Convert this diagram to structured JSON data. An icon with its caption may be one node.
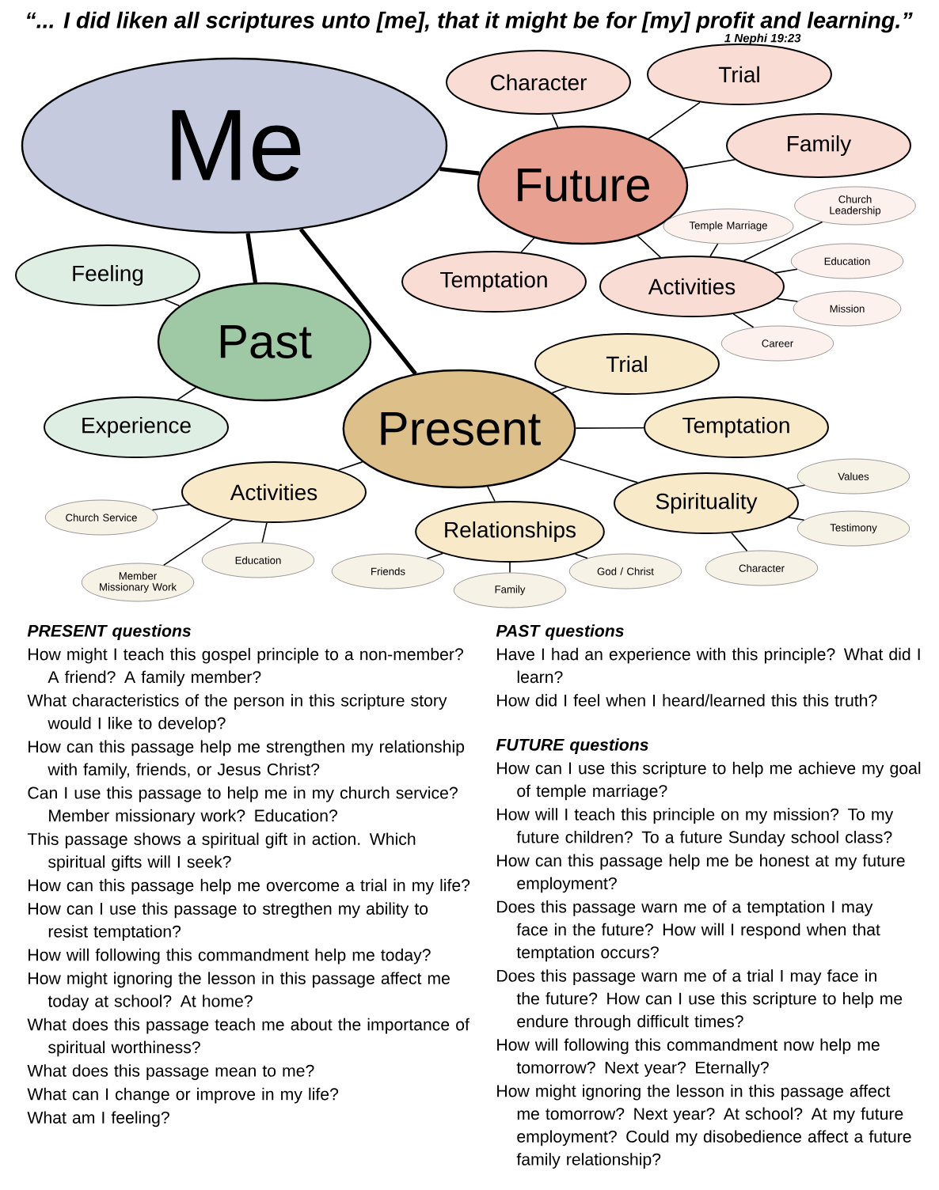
{
  "diagram": {
    "title": "“... I did liken all scriptures unto [me], that it might be for [my] profit and learning.”",
    "nodes": [
      {
        "text": [
          "Me"
        ]
      },
      {
        "text": [
          "Future"
        ]
      },
      {
        "text": [
          "Character"
        ]
      },
      {
        "text": [
          "Trial"
        ]
      },
      {
        "text": [
          "Family"
        ]
      },
      {
        "text": [
          "Temptation"
        ]
      },
      {
        "text": [
          "Activities"
        ]
      },
      {
        "text": [
          "Temple Marriage"
        ]
      },
      {
        "text": [
          "Church Leadership"
        ]
      },
      {
        "text": [
          "Education"
        ]
      },
      {
        "text": [
          "Mission"
        ]
      },
      {
        "text": [
          "Career"
        ]
      },
      {
        "text": [
          "Past"
        ]
      },
      {
        "text": [
          "Feeling"
        ]
      },
      {
        "text": [
          "Experience"
        ]
      },
      {
        "text": [
          "Present"
        ]
      },
      {
        "text": [
          "Trial"
        ]
      },
      {
        "text": [
          "Temptation"
        ]
      },
      {
        "text": [
          "Spirituality"
        ]
      },
      {
        "text": [
          "Values"
        ]
      },
      {
        "text": [
          "Testimony"
        ]
      },
      {
        "text": [
          "Character"
        ]
      },
      {
        "text": [
          "Relationships"
        ]
      },
      {
        "text": [
          "Friends"
        ]
      },
      {
        "text": [
          "Family"
        ]
      },
      {
        "text": [
          "God / Christ"
        ]
      },
      {
        "text": [
          "Activities"
        ]
      },
      {
        "text": [
          "Church Service"
        ]
      },
      {
        "text": [
          "Member Missionary Work"
        ]
      },
      {
        "text": [
          "Education"
        ]
      }
    ],
    "edges": [
      {
        "from": 0,
        "to": 1,
        "arrow": "none",
        "style": "thick"
      },
      {
        "from": 0,
        "to": 12,
        "arrow": "none",
        "style": "thick"
      },
      {
        "from": 0,
        "to": 15,
        "arrow": "none",
        "style": "thick"
      },
      {
        "from": 1,
        "to": 2,
        "arrow": "none"
      },
      {
        "from": 1,
        "to": 3,
        "arrow": "none"
      },
      {
        "from": 1,
        "to": 4,
        "arrow": "none"
      },
      {
        "from": 1,
        "to": 5,
        "arrow": "none"
      },
      {
        "from": 1,
        "to": 6,
        "arrow": "none"
      },
      {
        "from": 6,
        "to": 7,
        "arrow": "none"
      },
      {
        "from": 6,
        "to": 8,
        "arrow": "none"
      },
      {
        "from": 6,
        "to": 9,
        "arrow": "none"
      },
      {
        "from": 6,
        "to": 10,
        "arrow": "none"
      },
      {
        "from": 6,
        "to": 11,
        "arrow": "none"
      },
      {
        "from": 12,
        "to": 13,
        "arrow": "none"
      },
      {
        "from": 12,
        "to": 14,
        "arrow": "none"
      },
      {
        "from": 15,
        "to": 16,
        "arrow": "none"
      },
      {
        "from": 15,
        "to": 17,
        "arrow": "none"
      },
      {
        "from": 15,
        "to": 18,
        "arrow": "none"
      },
      {
        "from": 15,
        "to": 22,
        "arrow": "none"
      },
      {
        "from": 15,
        "to": 26,
        "arrow": "none"
      },
      {
        "from": 18,
        "to": 19,
        "arrow": "none"
      },
      {
        "from": 18,
        "to": 20,
        "arrow": "none"
      },
      {
        "from": 18,
        "to": 21,
        "arrow": "none"
      },
      {
        "from": 22,
        "to": 23,
        "arrow": "none"
      },
      {
        "from": 22,
        "to": 24,
        "arrow": "none"
      },
      {
        "from": 22,
        "to": 25,
        "arrow": "none"
      },
      {
        "from": 26,
        "to": 27,
        "arrow": "none"
      },
      {
        "from": 26,
        "to": 28,
        "arrow": "none"
      },
      {
        "from": 26,
        "to": 29,
        "arrow": "none"
      }
    ],
    "labels": [
      "1 Nephi 19:23",
      "PRESENT questions",
      "How might I teach this gospel principle to a non-member?  A friend?  A family member?",
      "What characteristics of the person in this scripture story would I like to develop?",
      "How can this passage help me strengthen my relationship with family, friends, or Jesus Christ?",
      "Can I use this passage to help me in my church service? Member missionary work? Education?",
      "This passage shows a spiritual gift in action. Which spiritual gifts will I seek?",
      "How can this passage help me overcome a trial in my life?",
      "How can I use this passage to stregthen my ability to resist temptation?",
      "How will following this commandment help me today?",
      "How might ignoring the lesson in this passage affect me today at school?  At home?",
      "What does this passage teach me about the importance of spiritual worthiness?",
      "What does this passage mean to me?",
      "What can I change or improve in my life?",
      "What am I feeling?",
      "PAST questions",
      "Have I had an experience with this principle?  What did I learn?",
      "How did I feel when I heard/learned this this truth?",
      "FUTURE questions",
      "How can I use this scripture to help me achieve my goal of temple marriage?",
      "How will I teach this principle on my mission? To my future children? To a future Sunday school class?",
      "How can this passage help me be honest at my future employment?",
      "Does this passage warn me of a temptation I may face in the future?  How will I respond when that temptation occurs?",
      "Does this passage warn me of a trial I may face in the future?  How can I use this scripture to help me endure through difficult times?",
      "How will following this commandment now help me tomorrow?  Next year?  Eternally?",
      "How might ignoring the lesson in this passage affect me tomorrow?  Next year?  At school? At my future employment?  Could my disobedience affect a future family relationship?"
    ]
  }
}
